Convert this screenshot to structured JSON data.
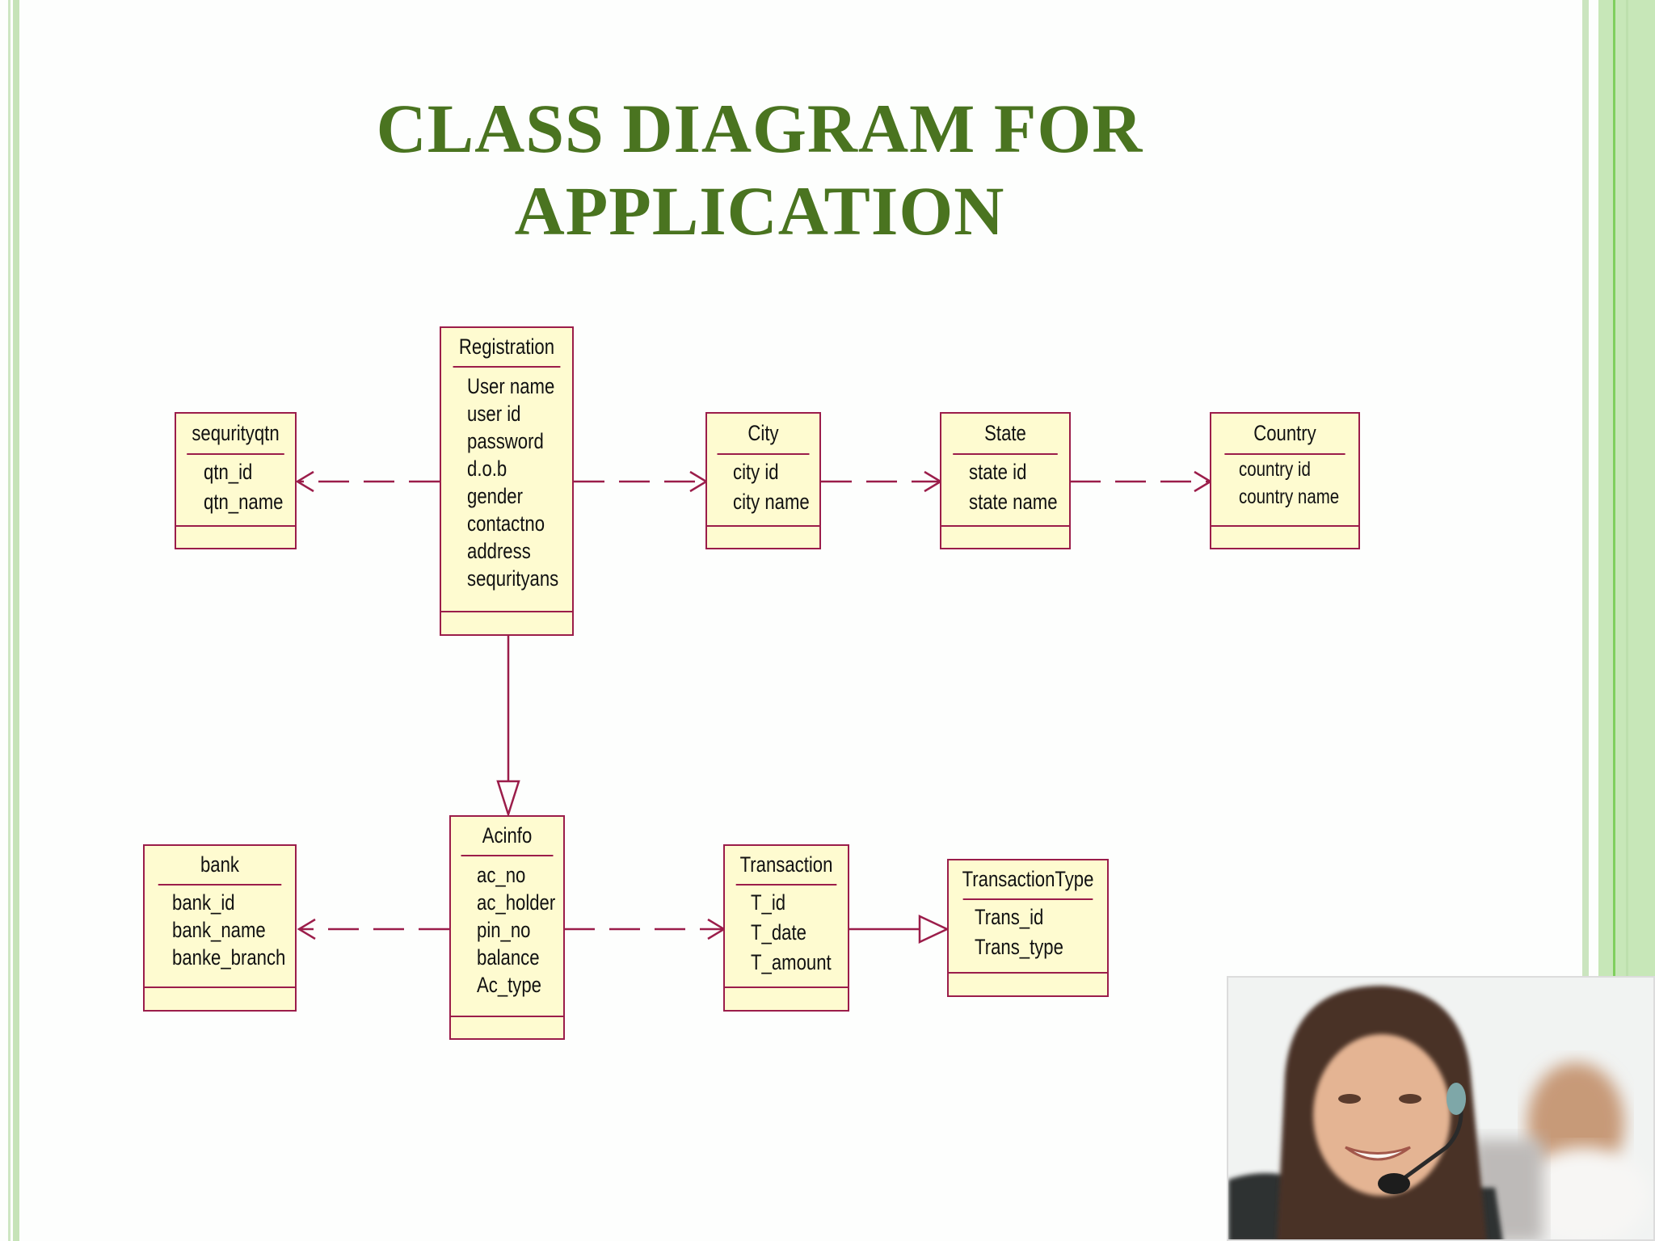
{
  "slide": {
    "title_line1": "CLASS DIAGRAM FOR",
    "title_line2": "APPLICATION",
    "colors": {
      "title": "#4a7420",
      "class_fill": "#fefbd0",
      "class_border": "#9b1d4a",
      "accent_green": "#7fcf5e"
    }
  },
  "classes": {
    "registration": {
      "name": "Registration",
      "attributes": [
        "User name",
        "user id",
        "password",
        "d.o.b",
        "gender",
        "contactno",
        "address",
        "sequrityans"
      ]
    },
    "sequrityqtn": {
      "name": "sequrityqtn",
      "attributes": [
        "qtn_id",
        "qtn_name"
      ]
    },
    "city": {
      "name": "City",
      "attributes": [
        "city id",
        "city name"
      ]
    },
    "state": {
      "name": "State",
      "attributes": [
        "state id",
        "state name"
      ]
    },
    "country": {
      "name": "Country",
      "attributes": [
        "country id",
        "country name"
      ]
    },
    "acinfo": {
      "name": "Acinfo",
      "attributes": [
        "ac_no",
        "ac_holder",
        "pin_no",
        "balance",
        "Ac_type"
      ]
    },
    "bank": {
      "name": "bank",
      "attributes": [
        "bank_id",
        "bank_name",
        "banke_branch"
      ]
    },
    "transaction": {
      "name": "Transaction",
      "attributes": [
        "T_id",
        "T_date",
        "T_amount"
      ]
    },
    "transactiontype": {
      "name": "TransactionType",
      "attributes": [
        "Trans_id",
        "Trans_type"
      ]
    }
  },
  "relationships": [
    {
      "from": "Registration",
      "to": "sequrityqtn",
      "type": "dependency"
    },
    {
      "from": "Registration",
      "to": "City",
      "type": "dependency"
    },
    {
      "from": "City",
      "to": "State",
      "type": "dependency"
    },
    {
      "from": "State",
      "to": "Country",
      "type": "dependency"
    },
    {
      "from": "Registration",
      "to": "Acinfo",
      "type": "generalization"
    },
    {
      "from": "Acinfo",
      "to": "bank",
      "type": "dependency"
    },
    {
      "from": "Acinfo",
      "to": "Transaction",
      "type": "dependency"
    },
    {
      "from": "Transaction",
      "to": "TransactionType",
      "type": "generalization"
    }
  ],
  "image": {
    "description": "customer support agent wearing headset"
  }
}
